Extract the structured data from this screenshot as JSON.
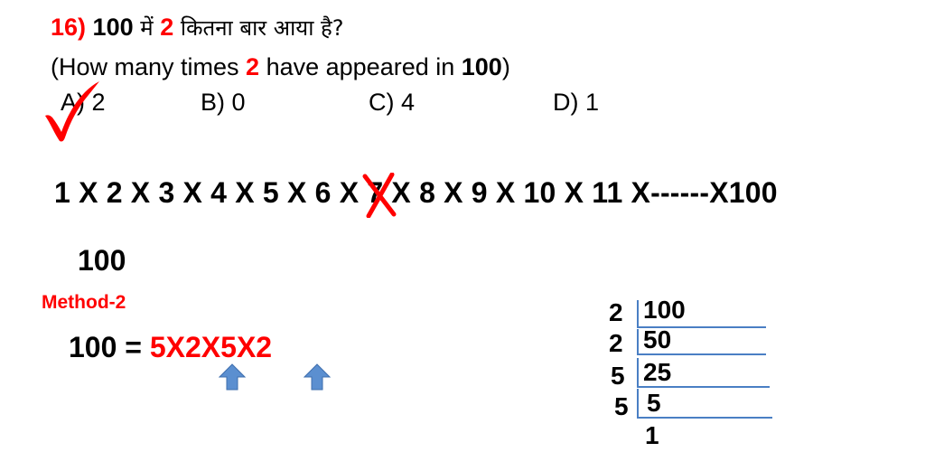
{
  "question": {
    "number": "16)",
    "num_a": "100",
    "hindi_1": " में ",
    "two": "2",
    "hindi_2": " कितना बार आया है?",
    "english_open": "(How many times ",
    "english_two": "2",
    "english_mid": " have appeared in ",
    "english_hundred": "100",
    "english_close": ")"
  },
  "options": {
    "a": "A) 2",
    "b": "B) 0",
    "c": "C) 4",
    "d": "D) 1"
  },
  "sequence": {
    "before": "1 X 2 X 3 X 4 X 5 X 6 X ",
    "crossed": "7",
    "after": " X 8 X 9 X 10 X 11 X------X100"
  },
  "work": {
    "number": "100",
    "method_label": "Method-2",
    "equation_lhs": "100 = ",
    "equation_rhs": "5X2X5X2"
  },
  "division": {
    "divisors": [
      "2",
      "2",
      "5",
      "5"
    ],
    "quotients": [
      "100",
      "50",
      "25",
      "5",
      "1"
    ]
  },
  "colors": {
    "accent": "#ff0000",
    "arrow": "#5b8fd0",
    "division_line": "#4a7fc4"
  },
  "icons": {
    "tick": "check-mark-icon",
    "cross": "cross-mark-icon",
    "arrow": "up-arrow-icon"
  }
}
